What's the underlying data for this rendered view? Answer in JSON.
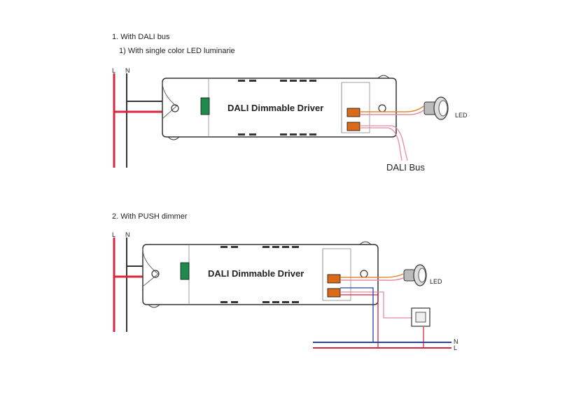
{
  "section1": {
    "heading": "1. With DALI bus",
    "subheading": "1) With single color LED luminarie",
    "mains_labels": [
      "L",
      "N"
    ],
    "driver_title": "DALI Dimmable Driver",
    "led_label": "LED",
    "bus_label": "DALI Bus"
  },
  "section2": {
    "heading": "2. With PUSH dimmer",
    "mains_labels": [
      "L",
      "N"
    ],
    "driver_title": "DALI Dimmable Driver",
    "led_label": "LED",
    "line_labels": [
      "N",
      "L"
    ]
  },
  "colors": {
    "live": "#d7263d",
    "neutral": "#333333",
    "bus_blue": "#2a3fb0",
    "pink": "#e88aa0",
    "orange": "#e08a30",
    "terminal_green": "#1f8a4c",
    "terminal_orange": "#d86a1a"
  }
}
